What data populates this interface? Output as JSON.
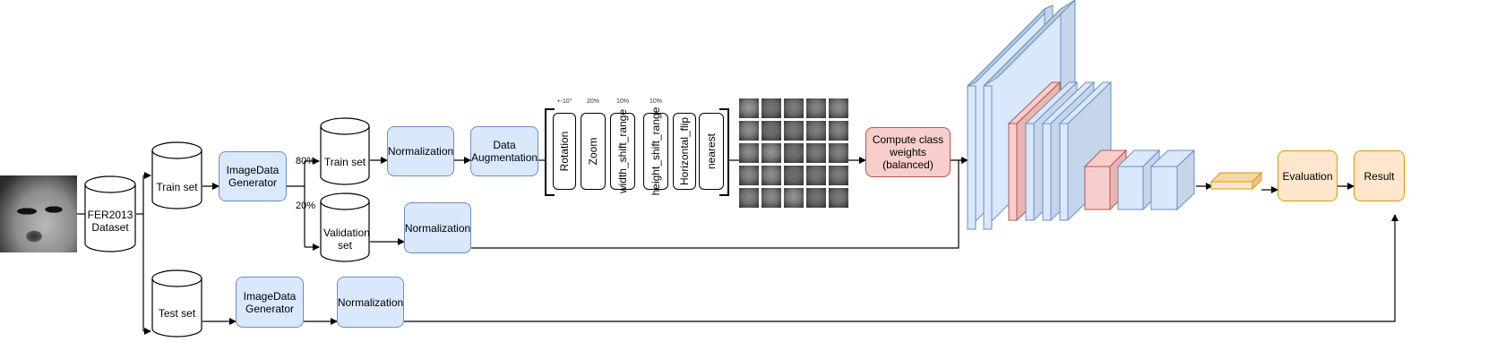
{
  "input": {
    "dataset_label": "FER2013 Dataset"
  },
  "split": {
    "train_set": "Train set",
    "test_set": "Test set",
    "train_subset": "Train set",
    "validation_subset": "Validation set",
    "train_ratio": "80%",
    "validation_ratio": "20%"
  },
  "steps": {
    "image_data_generator_top": "ImageData Generator",
    "image_data_generator_bottom": "ImageData Generator",
    "normalization_train": "Normalization",
    "normalization_validation": "Normalization",
    "normalization_test": "Normalization",
    "data_augmentation": "Data Augmentation",
    "class_weights": "Compute class weights (balanced)",
    "evaluation": "Evaluation",
    "result": "Result"
  },
  "augmentation": [
    {
      "name": "Rotation",
      "param": "+-10°"
    },
    {
      "name": "Zoom",
      "param": "20%"
    },
    {
      "name": "width_shift_range",
      "param": "10%"
    },
    {
      "name": "height_shift_range",
      "param": "10%"
    },
    {
      "name": "Horizontal_flip",
      "param": ""
    },
    {
      "name": "nearest",
      "param": ""
    }
  ],
  "colors": {
    "blue_fill": "#dae8fc",
    "blue_stroke": "#6c8ebf",
    "red_fill": "#f8cecc",
    "red_stroke": "#b85450",
    "orange_fill": "#ffe6cc",
    "orange_stroke": "#d79b00",
    "layer_fill": "#dae8fc",
    "layer_side": "#b9c9e0"
  }
}
